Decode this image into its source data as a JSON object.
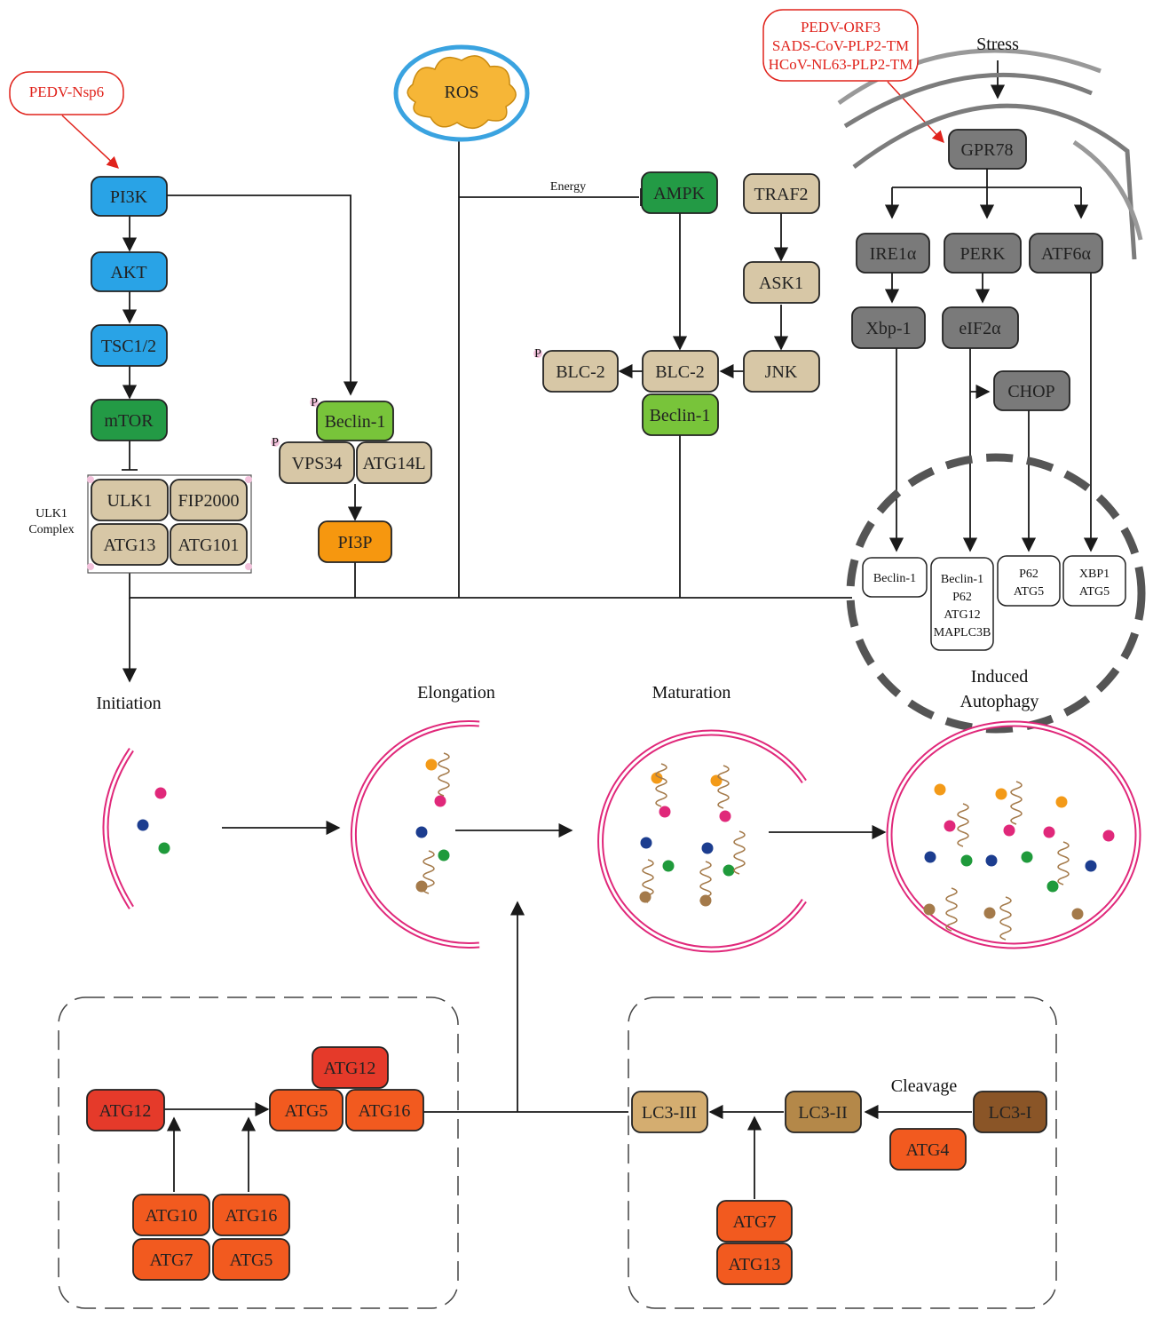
{
  "colors": {
    "blue": "#29a3e6",
    "green_dark": "#239a45",
    "green_light": "#78c43a",
    "tan": "#d7c7a6",
    "orange": "#f6970f",
    "gray": "#7a7a7a",
    "red_orange": "#f25a1f",
    "red": "#e53a2a",
    "brown_light": "#d4ad70",
    "brown_mid": "#b48849",
    "brown_dark": "#8a5527",
    "virus_red": "#e0231c",
    "membrane": "#e0287a",
    "dot_orange": "#f39a18",
    "dot_pink": "#e0287a",
    "dot_blue": "#1c3d8f",
    "dot_green": "#1f9a3b",
    "dot_brown": "#a47a4a",
    "ros_fill": "#f6b637",
    "ros_ring": "#3aa3e0"
  },
  "virus_labels": {
    "nsp6": "PEDV-Nsp6",
    "orf3_lines": [
      "PEDV-ORF3",
      "SADS-CoV-PLP2-TM",
      "HCoV-NL63-PLP2-TM"
    ]
  },
  "nodes": {
    "pi3k": "PI3K",
    "akt": "AKT",
    "tsc": "TSC1/2",
    "mtor": "mTOR",
    "ulk1": "ULK1",
    "fip2000": "FIP2000",
    "atg13_ulk": "ATG13",
    "atg101": "ATG101",
    "beclin1_left": "Beclin-1",
    "vps34": "VPS34",
    "atg14l": "ATG14L",
    "pi3p": "PI3P",
    "ros": "ROS",
    "ampk": "AMPK",
    "traf2": "TRAF2",
    "ask1": "ASK1",
    "jnk": "JNK",
    "blc2_left": "BLC-2",
    "blc2_mid": "BLC-2",
    "beclin1_mid": "Beclin-1",
    "gpr78": "GPR78",
    "ire1a": "IRE1α",
    "perk": "PERK",
    "atf6a": "ATF6α",
    "xbp1": "Xbp-1",
    "eif2a": "eIF2α",
    "chop": "CHOP",
    "atg12_left": "ATG12",
    "atg12_top": "ATG12",
    "atg5_mid": "ATG5",
    "atg16_mid": "ATG16",
    "atg10": "ATG10",
    "atg16_low": "ATG16",
    "atg7_low": "ATG7",
    "atg5_low": "ATG5",
    "lc3_iii": "LC3-III",
    "lc3_ii": "LC3-II",
    "lc3_i": "LC3-I",
    "atg4": "ATG4",
    "atg7_right": "ATG7",
    "atg13_right": "ATG13"
  },
  "autophagy_boxes": {
    "box1": [
      "Beclin-1"
    ],
    "box2": [
      "Beclin-1",
      "P62",
      "ATG12",
      "MAPLC3B"
    ],
    "box3": [
      "P62",
      "ATG5"
    ],
    "box4": [
      "XBP1",
      "ATG5"
    ]
  },
  "labels": {
    "stress": "Stress",
    "energy": "Energy",
    "ulk1_complex_1": "ULK1",
    "ulk1_complex_2": "Complex",
    "induced_1": "Induced",
    "induced_2": "Autophagy",
    "initiation": "Initiation",
    "elongation": "Elongation",
    "maturation": "Maturation",
    "cleavage": "Cleavage",
    "phospho": "P"
  }
}
